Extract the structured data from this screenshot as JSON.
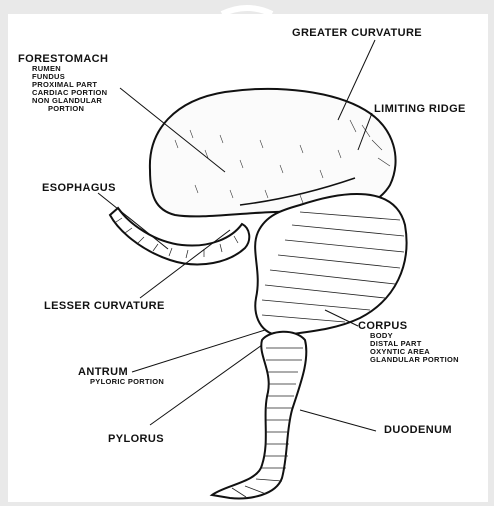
{
  "labels": {
    "forestomach": {
      "title": "FORESTOMACH",
      "lines": [
        "RUMEN",
        "FUNDUS",
        "PROXIMAL PART",
        "CARDIAC PORTION",
        "NON GLANDULAR",
        "PORTION"
      ]
    },
    "greater_curvature": "GREATER CURVATURE",
    "limiting_ridge": "LIMITING RIDGE",
    "esophagus": "ESOPHAGUS",
    "lesser_curvature": "LESSER CURVATURE",
    "corpus": {
      "title": "CORPUS",
      "lines": [
        "BODY",
        "DISTAL PART",
        "OXYNTIC AREA",
        "GLANDULAR PORTION"
      ]
    },
    "antrum": {
      "title": "ANTRUM",
      "lines": [
        "PYLORIC PORTION"
      ]
    },
    "pylorus": "PYLORUS",
    "duodenum": "DUODENUM"
  },
  "colors": {
    "background": "#e9e9e9",
    "panel": "#ffffff",
    "ink": "#111111"
  }
}
